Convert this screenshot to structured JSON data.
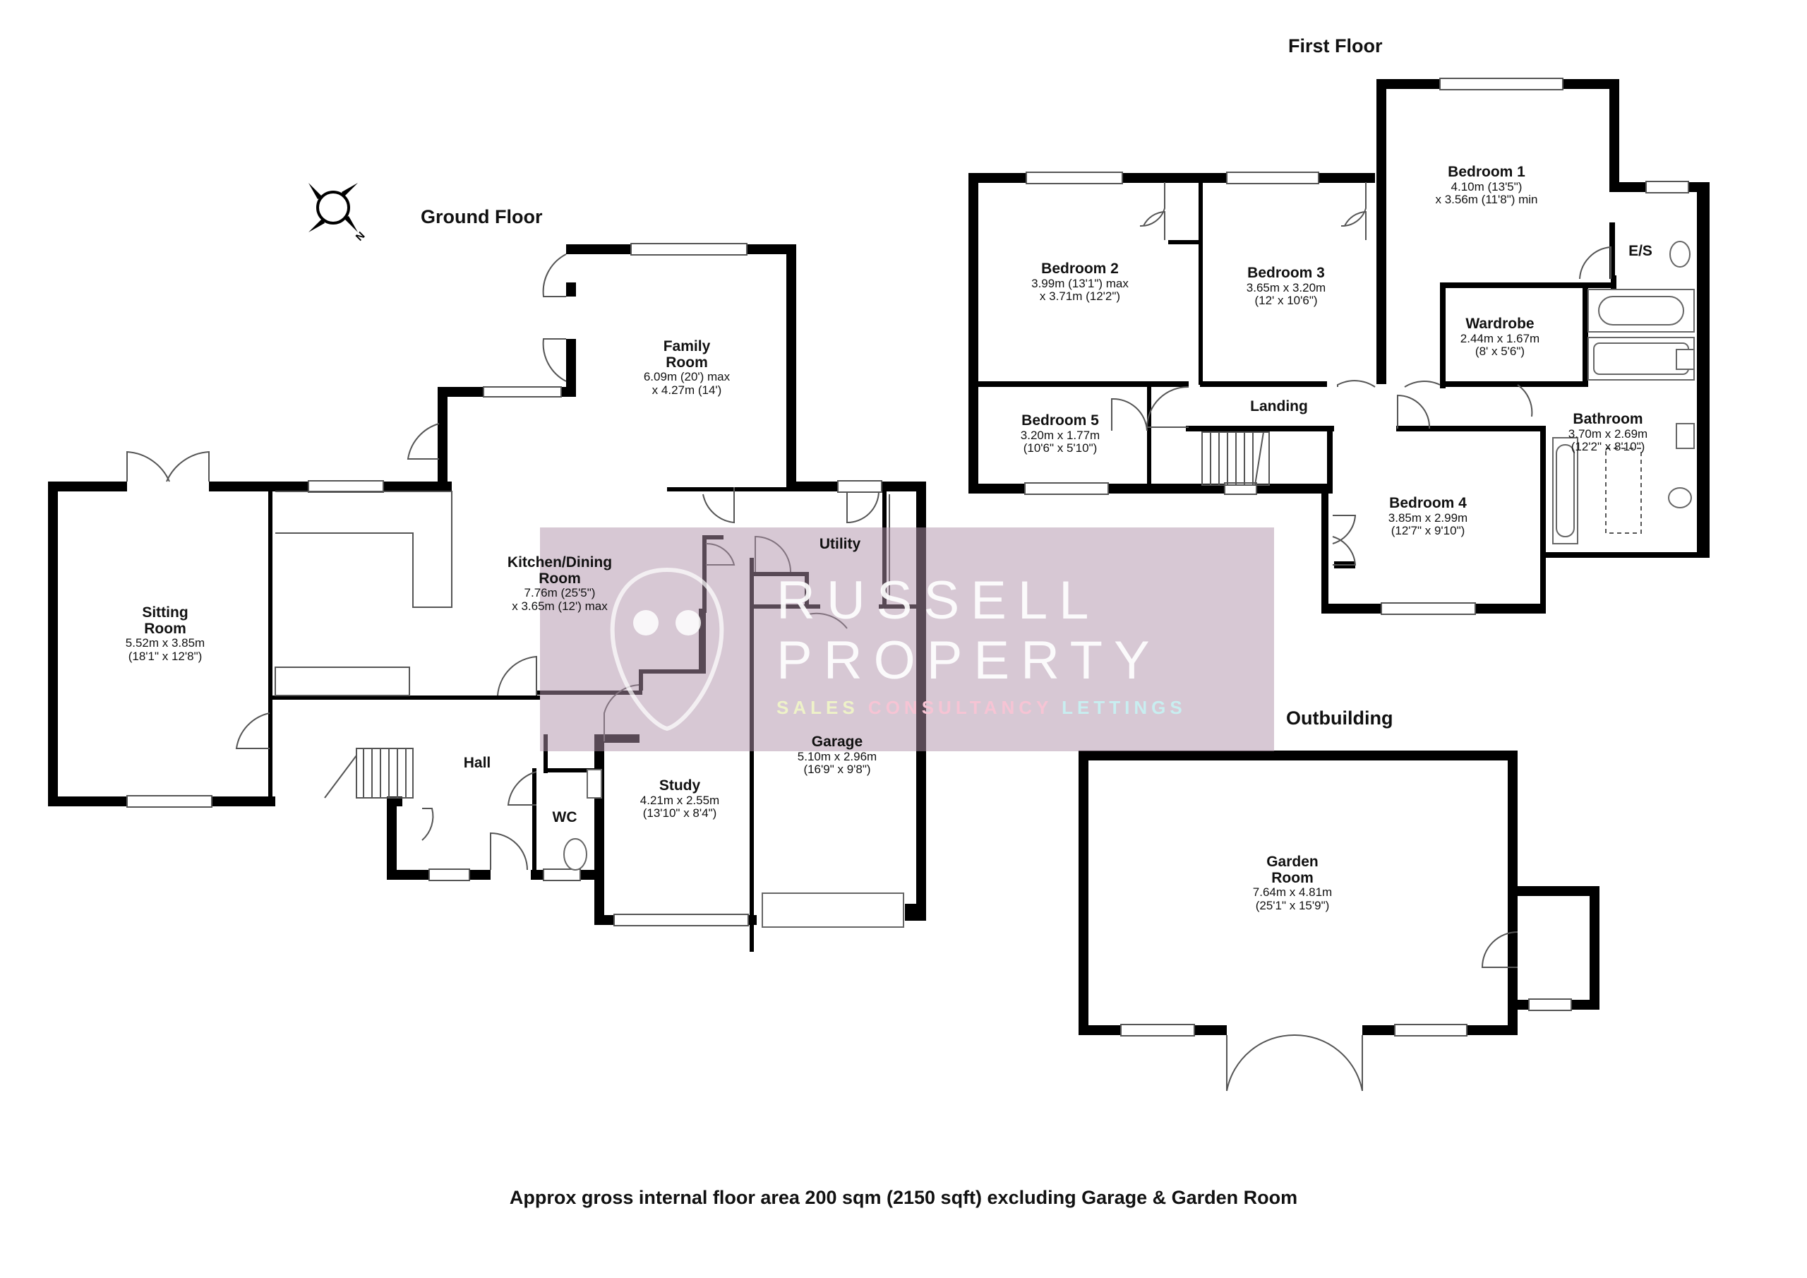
{
  "floors": {
    "ground": "Ground Floor",
    "first": "First Floor",
    "outbuilding": "Outbuilding"
  },
  "rooms": {
    "sitting": {
      "name": "Sitting Room",
      "line1": "Sitting",
      "line2": "Room",
      "metric": "5.52m x 3.85m",
      "imperial": "(18'1\" x 12'8\")"
    },
    "kitchen": {
      "line1": "Kitchen/Dining",
      "line2": "Room",
      "metric": "7.76m (25'5\")",
      "imperial": "x 3.65m (12') max"
    },
    "family": {
      "line1": "Family",
      "line2": "Room",
      "metric": "6.09m (20') max",
      "imperial": "x 4.27m (14')"
    },
    "utility": {
      "name": "Utility"
    },
    "hall": {
      "name": "Hall"
    },
    "wc": {
      "name": "WC"
    },
    "study": {
      "name": "Study",
      "metric": "4.21m x 2.55m",
      "imperial": "(13'10\" x 8'4\")"
    },
    "garage": {
      "name": "Garage",
      "metric": "5.10m x 2.96m",
      "imperial": "(16'9\" x 9'8\")"
    },
    "bedroom1": {
      "name": "Bedroom 1",
      "metric": "4.10m (13'5\")",
      "imperial": "x 3.56m (11'8\") min"
    },
    "bedroom2": {
      "name": "Bedroom 2",
      "metric": "3.99m (13'1\") max",
      "imperial": "x 3.71m (12'2\")"
    },
    "bedroom3": {
      "name": "Bedroom 3",
      "metric": "3.65m x 3.20m",
      "imperial": "(12' x 10'6\")"
    },
    "bedroom4": {
      "name": "Bedroom 4",
      "metric": "3.85m x 2.99m",
      "imperial": "(12'7\" x 9'10\")"
    },
    "bedroom5": {
      "name": "Bedroom 5",
      "metric": "3.20m x 1.77m",
      "imperial": "(10'6\" x 5'10\")"
    },
    "es": {
      "name": "E/S"
    },
    "wardrobe": {
      "name": "Wardrobe",
      "metric": "2.44m x 1.67m",
      "imperial": "(8' x 5'6\")"
    },
    "landing": {
      "name": "Landing"
    },
    "bathroom": {
      "name": "Bathroom",
      "metric": "3.70m x 2.69m",
      "imperial": "(12'2\" x 8'10\")"
    },
    "garden": {
      "line1": "Garden",
      "line2": "Room",
      "metric": "7.64m x 4.81m",
      "imperial": "(25'1\" x 15'9\")"
    }
  },
  "compass": {
    "label": "N",
    "icon": "compass-icon"
  },
  "watermark": {
    "line1": "RUSSELL",
    "line2": "PROPERTY",
    "tag_sales": "SALES",
    "tag_consultancy": "CONSULTANCY",
    "tag_lettings": "LETTINGS",
    "colors": {
      "panel": "#d4c5d2",
      "sales": "#eef2c8",
      "consultancy": "#f6c4d4",
      "lettings": "#c8eef0"
    }
  },
  "footer": "Approx gross internal floor area 200 sqm (2150 sqft) excluding Garage & Garden Room"
}
